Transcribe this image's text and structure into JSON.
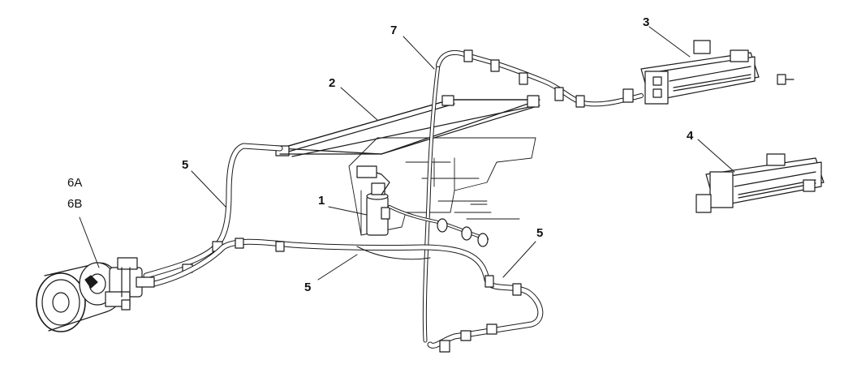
{
  "labels": {
    "l1": "1",
    "l2": "2",
    "l3": "3",
    "l4": "4",
    "l5a": "5",
    "l5b": "5",
    "l5c": "5",
    "l6a": "6A",
    "l6b": "6B",
    "l7": "7"
  },
  "colors": {
    "stroke": "#1a1a1a",
    "fill": "#ffffff",
    "shade": "#d9d9d9"
  }
}
